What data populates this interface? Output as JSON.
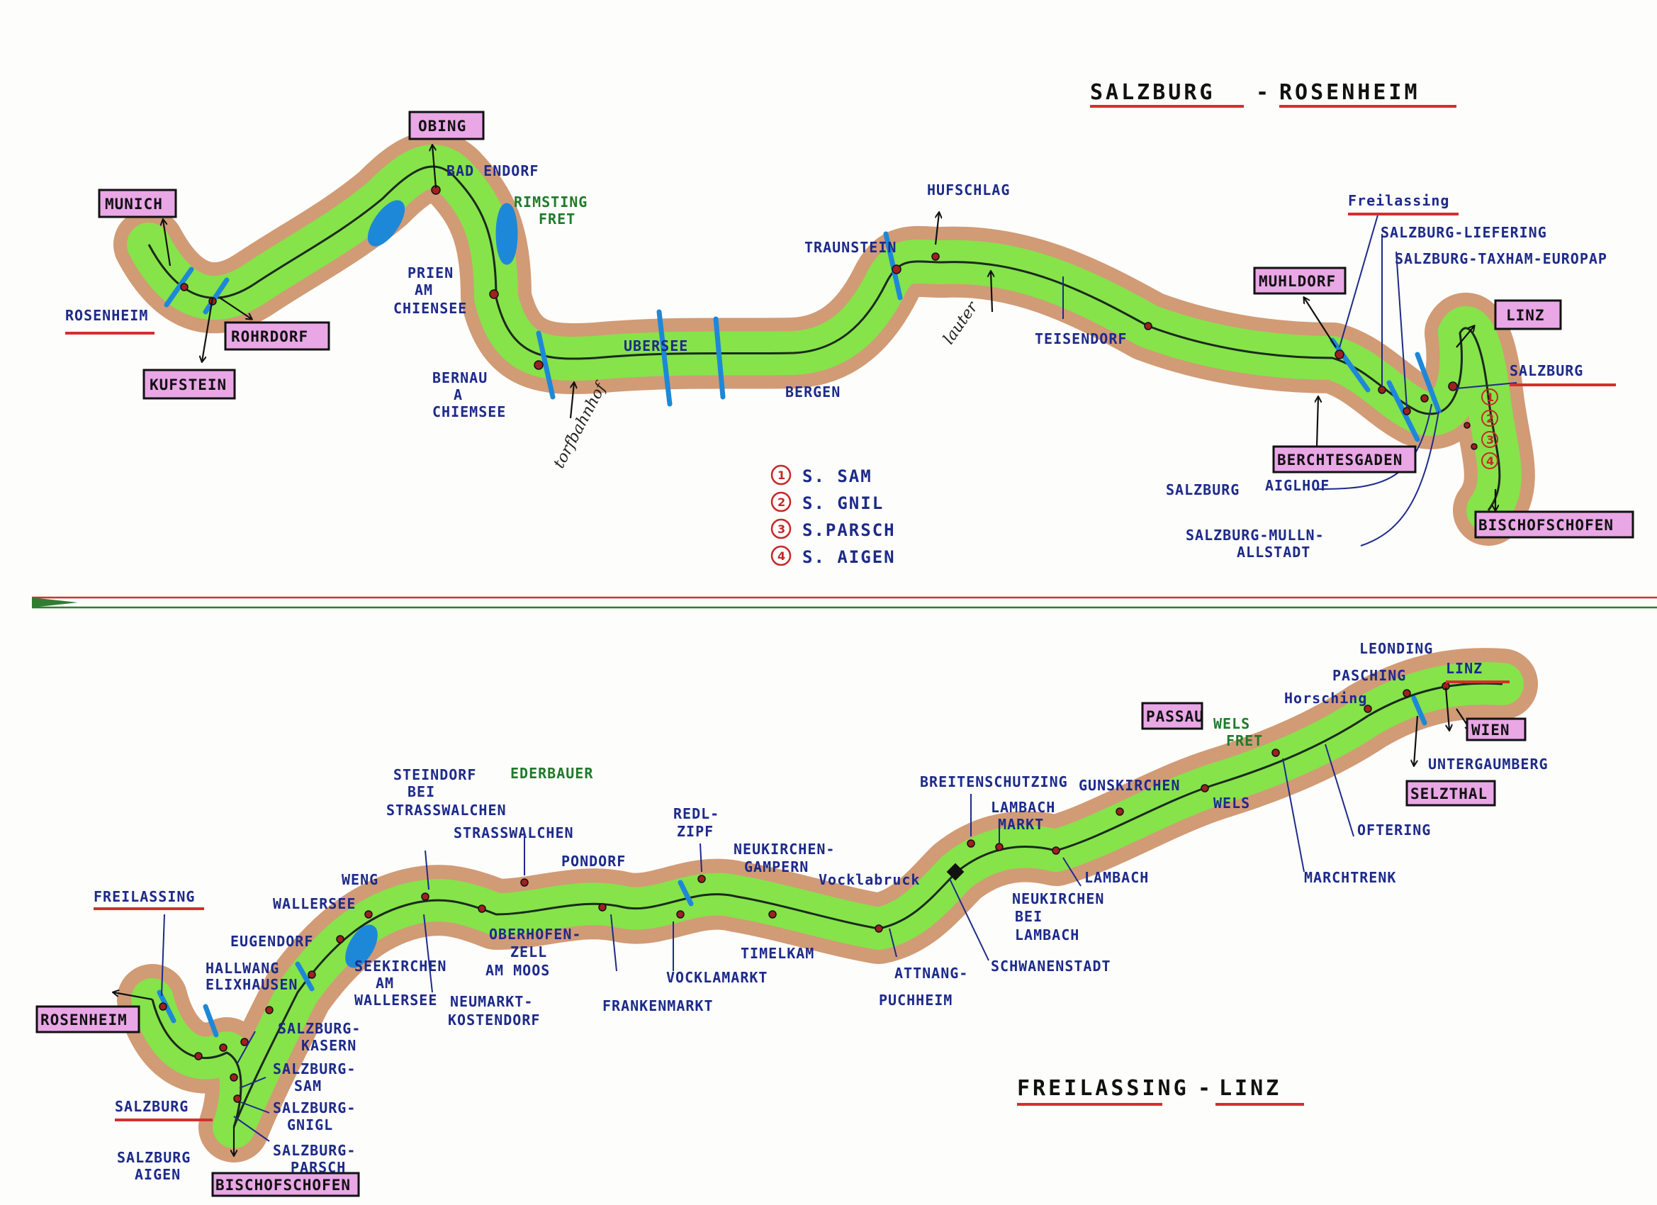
{
  "colors": {
    "corridor": "#86e34a",
    "terrain": "#c98a5e",
    "track": "#1a2a1a",
    "water": "#1e88d8",
    "station": "#a02020",
    "label": "#1d2a8a",
    "box_fill": "#e9a7e6",
    "underline": "#d32f2f",
    "divider_red": "#d32f2f",
    "divider_green": "#2e7d32"
  },
  "top_map": {
    "title_part1": "SALZBURG",
    "title_sep": "-",
    "title_part2": "ROSENHEIM",
    "boxes": {
      "munich": "MUNICH",
      "kufstein": "KUFSTEIN",
      "rohrdorf": "ROHRDORF",
      "obing": "OBING",
      "muhldorf": "MUHLDORF",
      "berchtesgaden": "BERCHTESGADEN",
      "linz": "LINZ",
      "bischofshofen": "BISCHOFSCHOFEN"
    },
    "labels": {
      "rosenheim": "ROSENHEIM",
      "bad_endorf": "BAD ENDORF",
      "rimsting_1": "RIMSTING",
      "rimsting_2": "FRET",
      "prien_1": "PRIEN",
      "prien_2": "AM",
      "prien_3": "CHIENSEE",
      "bernau_1": "BERNAU",
      "bernau_2": "A",
      "bernau_3": "CHIEMSEE",
      "torfbahnhof": "torfbahnhof",
      "ubersee": "UBERSEE",
      "bergen": "BERGEN",
      "traunstein": "TRAUNSTEIN",
      "hufschlag": "HUFSCHLAG",
      "lauter": "lauter",
      "teisendorf": "TEISENDORF",
      "freilassing": "Freilassing",
      "lieferung": "SALZBURG-LIEFERING",
      "taxham": "SALZBURG-TAXHAM-EUROPAP",
      "salzburg": "SALZBURG",
      "aiglhof_a": "SALZBURG",
      "aiglhof_b": "AIGLHOF",
      "mulln_1": "SALZBURG-MULLN-",
      "mulln_2": "ALLSTADT"
    },
    "legend": [
      {
        "num": "1",
        "text": "S. SAM"
      },
      {
        "num": "2",
        "text": "S. GNIL"
      },
      {
        "num": "3",
        "text": "S.PARSCH"
      },
      {
        "num": "4",
        "text": "S. AIGEN"
      }
    ],
    "side_numbers": [
      "1",
      "2",
      "3",
      "4"
    ]
  },
  "bottom_map": {
    "title_part1": "FREILASSING",
    "title_sep": "-",
    "title_part2": "LINZ",
    "boxes": {
      "rosenheim": "ROSENHEIM",
      "bischofshofen": "BISCHOFSCHOFEN",
      "passau": "PASSAU",
      "selzthal": "SELZTHAL",
      "wien": "WIEN"
    },
    "labels": {
      "freilassing": "FREILASSING",
      "salzburg": "SALZBURG",
      "aigen_1": "SALZBURG",
      "aigen_2": "AIGEN",
      "parsch_1": "SALZBURG-",
      "parsch_2": "PARSCH",
      "gnigl_1": "SALZBURG-",
      "gnigl_2": "GNIGL",
      "sam_1": "SALZBURG-",
      "sam_2": "SAM",
      "kasern_1": "SALZBURG-",
      "kasern_2": "KASERN",
      "hallwang_1": "HALLWANG",
      "hallwang_2": "ELIXHAUSEN",
      "eugendorf": "EUGENDORF",
      "wallersee": "WALLERSEE",
      "seekirchen_1": "SEEKIRCHEN",
      "seekirchen_2": "AM",
      "seekirchen_3": "WALLERSEE",
      "weng": "WENG",
      "steindorf_1": "STEINDORF",
      "steindorf_2": "BEI",
      "steindorf_3": "STRASSWALCHEN",
      "neumarkt_1": "NEUMARKT-",
      "neumarkt_2": "KOSTENDORF",
      "strasswalchen": "STRASSWALCHEN",
      "ederbauer": "EDERBAUER",
      "pondorf": "PONDORF",
      "oberhofen_1": "OBERHOFEN-",
      "oberhofen_2": "ZELL",
      "oberhofen_3": "AM MOOS",
      "frankenmarkt": "FRANKENMARKT",
      "redl_1": "REDL-",
      "redl_2": "ZIPF",
      "vocklamarkt": "VOCKLAMARKT",
      "neukirchen_1": "NEUKIRCHEN-",
      "neukirchen_2": "GAMPERN",
      "timelkam": "TIMELKAM",
      "vocklabruck": "Vocklabruck",
      "attnang_1": "ATTNANG-",
      "attnang_2": "PUCHHEIM",
      "schwanenstadt": "SCHWANENSTADT",
      "breitenschutzing": "BREITENSCHUTZING",
      "lambach_markt_1": "LAMBACH",
      "lambach_markt_2": "MARKT",
      "lambach": "LAMBACH",
      "neukirchen_lambach_1": "NEUKIRCHEN",
      "neukirchen_lambach_2": "BEI",
      "neukirchen_lambach_3": "LAMBACH",
      "gunskirchen": "GUNSKIRCHEN",
      "wels_fret_1": "WELS",
      "wels_fret_2": "FRET",
      "wels": "WELS",
      "marchtrenk": "MARCHTRENK",
      "oftering": "OFTERING",
      "horsching": "Horsching",
      "pasching": "PASCHING",
      "leonding": "LEONDING",
      "linz": "LINZ",
      "untergaumberg": "UNTERGAUMBERG"
    }
  }
}
